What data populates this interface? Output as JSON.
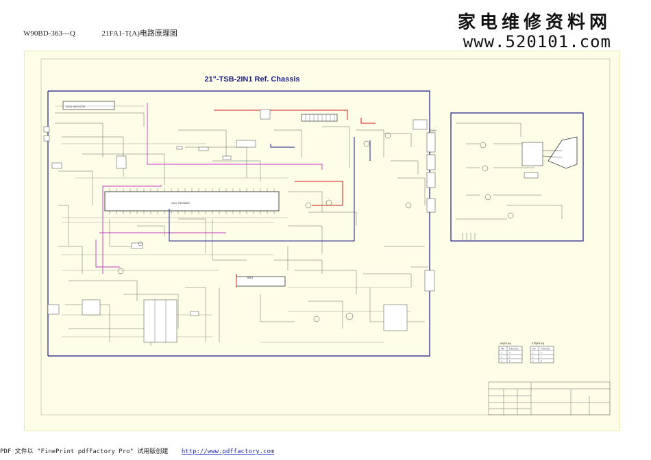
{
  "header": {
    "model_code": "W90BD-363---Q",
    "schematic_title": "21FA1-T(A)电路原理图"
  },
  "watermark": {
    "chinese_text": "家电维修资料网",
    "url": "www.520101.com"
  },
  "schematic": {
    "title": "21\"-TSB-2IN1 Ref. Chassis",
    "ic_labels": {
      "tuner": "N101   AN7522N",
      "main_ic": "N201   TMPA8803",
      "audio_ic": "N601"
    },
    "connector_label": "XS902",
    "tables": [
      {
        "title": "AV(P4-IN)",
        "rows": [
          [
            "PIN",
            "FUNCTION"
          ],
          [
            "1",
            "V"
          ],
          [
            "2",
            "L"
          ],
          [
            "3",
            "R"
          ]
        ]
      },
      {
        "title": "STB(P4-IN)",
        "rows": [
          [
            "PIN",
            "FUNCTION"
          ],
          [
            "1",
            "V"
          ],
          [
            "2",
            "L"
          ],
          [
            "3",
            "R"
          ]
        ]
      }
    ]
  },
  "footer": {
    "text": "PDF 文件以 \"FinePrint pdfFactory Pro\" 试用版创建",
    "link": "http://www.pdffactory.com"
  },
  "colors": {
    "sheet_background": "#fdfde8",
    "schematic_line": "#555555",
    "blue_bus": "#1a1a8a",
    "red_trace": "#d21c1c",
    "magenta_trace": "#c23ac2",
    "title_blue": "#1a1a8a"
  }
}
